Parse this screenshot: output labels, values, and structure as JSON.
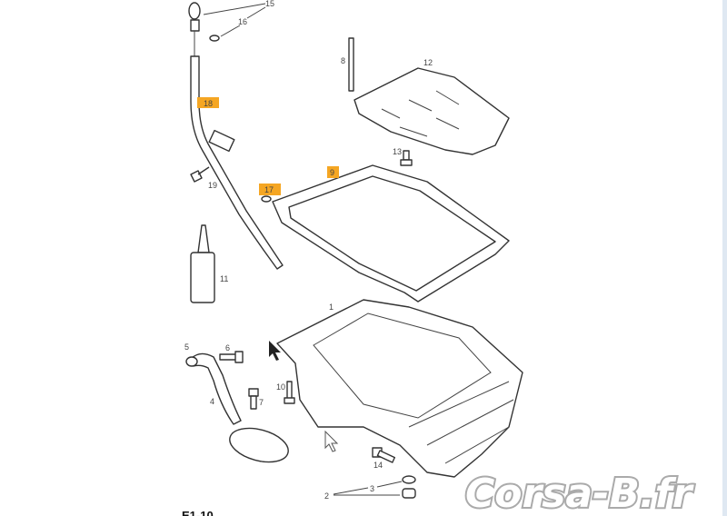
{
  "diagram": {
    "code": "E1-10",
    "watermark": "Corsa-B.fr",
    "highlight_color": "#f5a623",
    "labels": {
      "p1": "1",
      "p2": "2",
      "p3": "3",
      "p4": "4",
      "p5": "5",
      "p6": "6",
      "p7": "7",
      "p8": "8",
      "p9": "9",
      "p10": "10",
      "p11": "11",
      "p12": "12",
      "p13": "13",
      "p14": "14",
      "p15": "15",
      "p16": "16",
      "p17": "17",
      "p18": "18",
      "p19": "19"
    },
    "highlighted": [
      "18",
      "9",
      "17"
    ]
  }
}
